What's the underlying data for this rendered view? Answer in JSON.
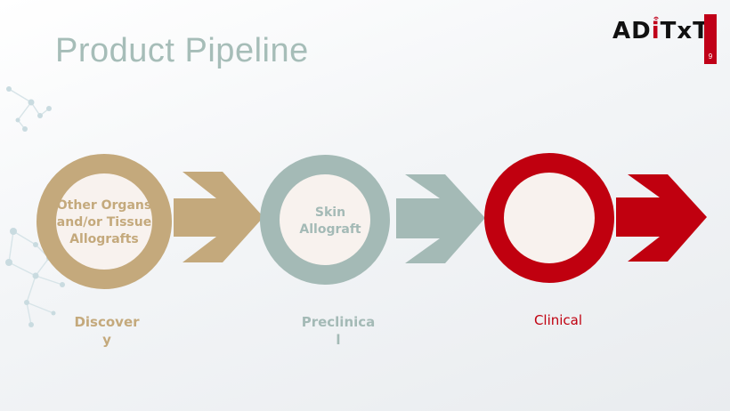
{
  "slide": {
    "title": "Product Pipeline",
    "page_number": "9"
  },
  "logo": {
    "part1": "AD",
    "part2": "i",
    "part3": "TxT"
  },
  "colors": {
    "discovery": "#c4a97c",
    "preclinical": "#a4bab6",
    "clinical": "#c0000f",
    "inner": "#f8f2ee",
    "title": "#a6bdb8"
  },
  "stages": [
    {
      "circle_text": [
        "Other Organs",
        "and/or Tissue",
        "Allografts"
      ],
      "label": [
        "Discover",
        "y"
      ]
    },
    {
      "circle_text": [
        "Skin",
        "Allograft"
      ],
      "label": [
        "Preclinica",
        "l"
      ]
    },
    {
      "circle_text": [],
      "label": [
        "Clinical"
      ]
    }
  ]
}
